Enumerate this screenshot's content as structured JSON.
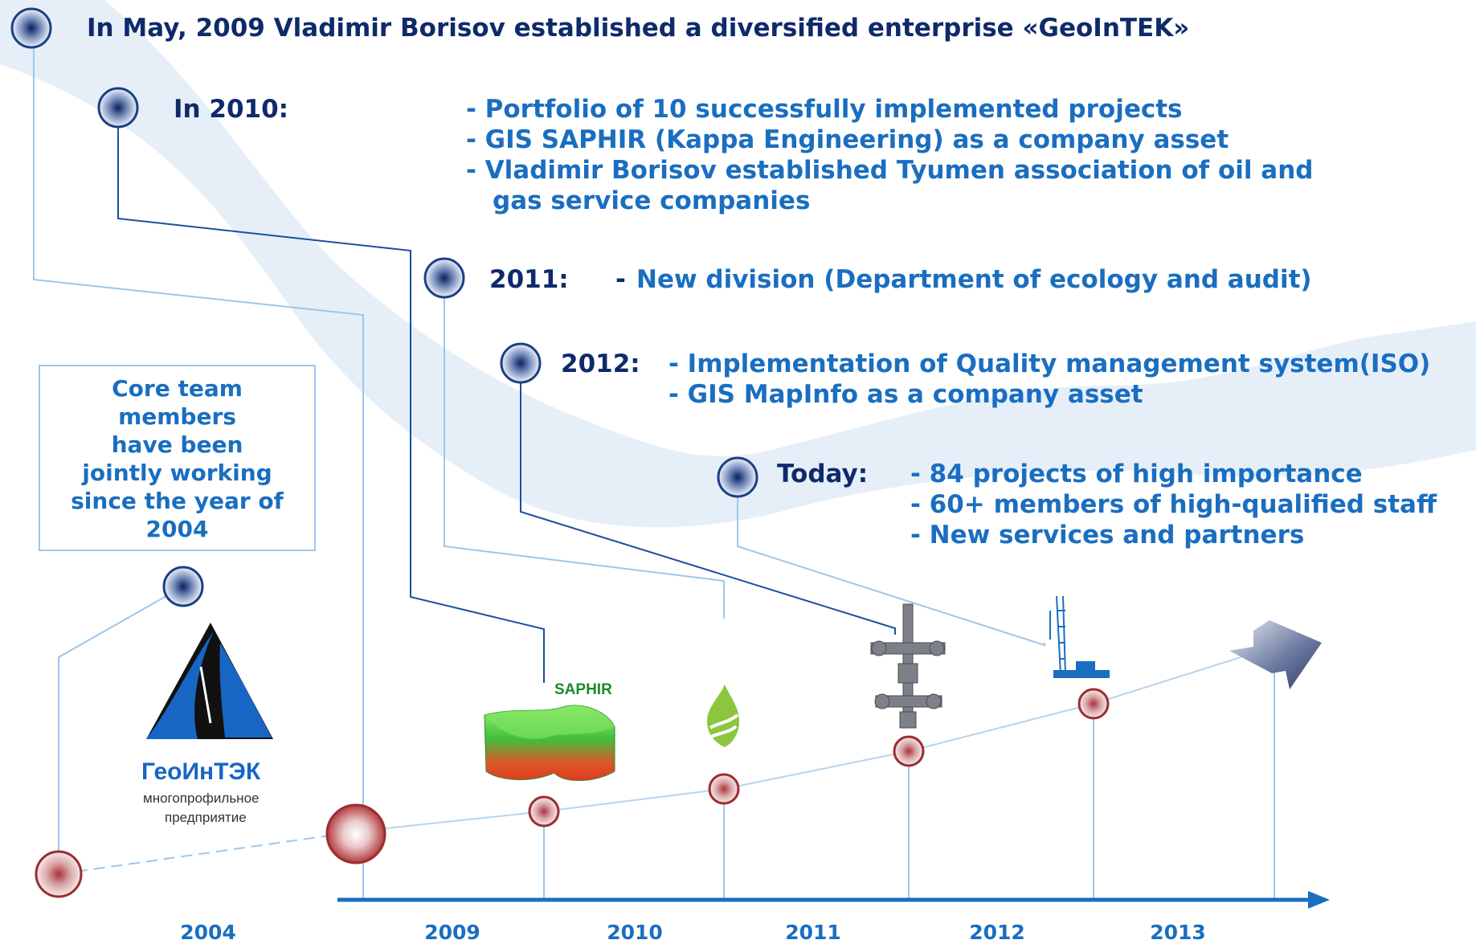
{
  "title": "In May, 2009 Vladimir Borisov established a diversified enterprise «GeoInTEK»",
  "milestones": {
    "y2010": {
      "label": "In 2010:",
      "items": [
        "- Portfolio of 10 successfully implemented projects",
        "- GIS SAPHIR (Kappa Engineering) as a company asset",
        "- Vladimir Borisov established Tyumen association of oil and",
        "gas service companies"
      ]
    },
    "y2011": {
      "label": "2011:",
      "dash": "-",
      "item": "New division (Department of ecology and audit)"
    },
    "y2012": {
      "label": "2012:",
      "items": [
        "- Implementation of Quality management system(ISO)",
        "- GIS MapInfo as a company asset"
      ]
    },
    "today": {
      "label": "Today:",
      "items": [
        "- 84 projects of high importance",
        "- 60+ members of high-qualified staff",
        "- New services and partners"
      ]
    }
  },
  "core_team": [
    "Core team",
    "members",
    "have been",
    "jointly working",
    "since the year of",
    "2004"
  ],
  "logo": {
    "name": "ГеоИнТЭК",
    "line1": "многопрофильное",
    "line2": "предприятие"
  },
  "saphir_label": "SAPHIR",
  "timeline_years": [
    "2004",
    "2009",
    "2010",
    "2011",
    "2012",
    "2013"
  ],
  "colors": {
    "dark_text": "#0f2a6b",
    "blue_text": "#1a6ec0",
    "connector_dark": "#1a4fa0",
    "connector_light": "#9ec6ea",
    "background_band": "#e6eff8",
    "node_red": "#9b2d30",
    "node_blue": "#1b3f86"
  },
  "icons": [
    "node-blue-icon",
    "node-red-icon",
    "saphir-3d-model-icon",
    "green-drop-icon",
    "wellhead-icon",
    "drilling-rig-icon",
    "arrow-icon"
  ]
}
